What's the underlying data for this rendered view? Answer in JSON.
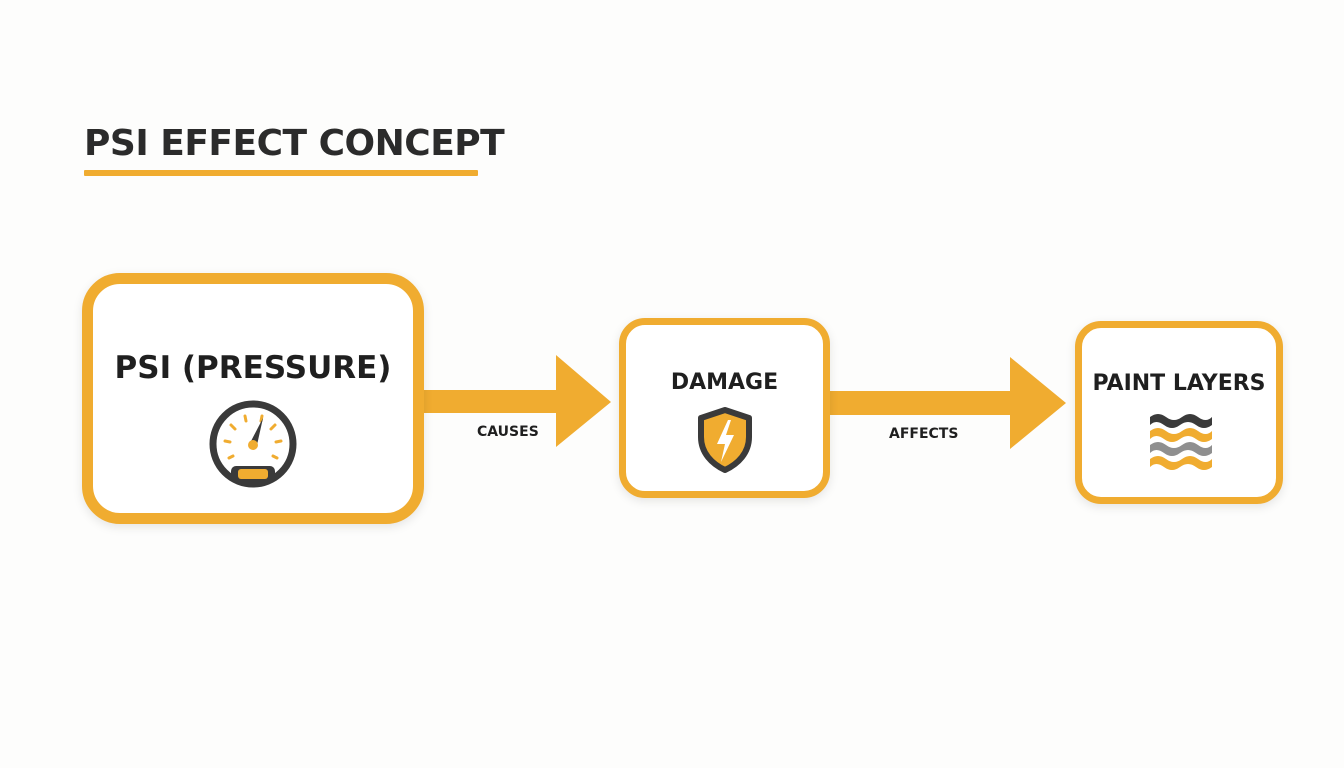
{
  "title": "PSI EFFECT CONCEPT",
  "colors": {
    "accent": "#f0ac30",
    "dark": "#3a3a3a",
    "grey": "#8f8f8f",
    "text": "#1f1f1f"
  },
  "nodes": [
    {
      "label": "PSI (PRESSURE)",
      "icon": "pressure-gauge-icon"
    },
    {
      "label": "DAMAGE",
      "icon": "lightning-shield-icon"
    },
    {
      "label": "PAINT LAYERS",
      "icon": "paint-layers-icon"
    }
  ],
  "edges": [
    {
      "from": "PSI (PRESSURE)",
      "to": "DAMAGE",
      "label": "CAUSES"
    },
    {
      "from": "DAMAGE",
      "to": "PAINT LAYERS",
      "label": "AFFECTS"
    }
  ]
}
